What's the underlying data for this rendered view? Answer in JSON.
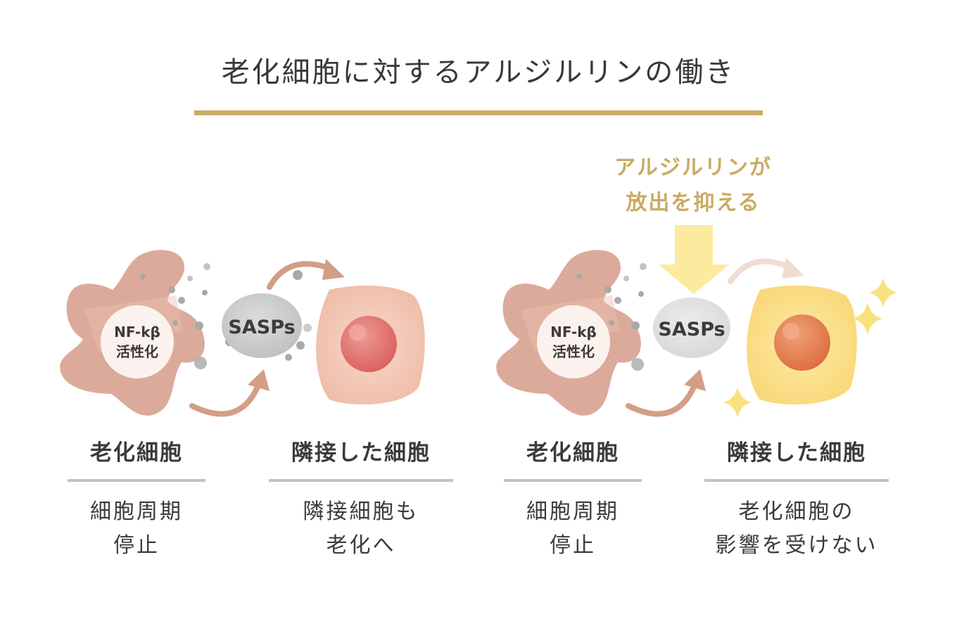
{
  "title": "老化細胞に対するアルジルリンの働き",
  "callout": {
    "line1": "アルジルリンが",
    "line2": "放出を抑える"
  },
  "panels": [
    {
      "senescent_inner": {
        "line1": "NF-kβ",
        "line2": "活性化"
      },
      "sasps_label": "SASPs",
      "left_label": "老化細胞",
      "right_label": "隣接した細胞",
      "left_desc": {
        "line1": "細胞周期",
        "line2": "停止"
      },
      "right_desc": {
        "line1": "隣接細胞も",
        "line2": "老化へ"
      }
    },
    {
      "senescent_inner": {
        "line1": "NF-kβ",
        "line2": "活性化"
      },
      "sasps_label": "SASPs",
      "left_label": "老化細胞",
      "right_label": "隣接した細胞",
      "left_desc": {
        "line1": "細胞周期",
        "line2": "停止"
      },
      "right_desc": {
        "line1": "老化細胞の",
        "line2": "影響を受けない"
      }
    }
  ],
  "colors": {
    "accent_gold": "#c9ab63",
    "senescent_cell": "#d9a898",
    "arrow": "#d49d86",
    "sasps": "#c8c8c8",
    "affected_cell": "#f2c4b4",
    "affected_nucleus": "#dd6f6c",
    "protected_cell": "#fbe08c",
    "protected_nucleus": "#e27a4c",
    "sparkle": "#f6e07a",
    "down_arrow": "#fbeaa0"
  }
}
